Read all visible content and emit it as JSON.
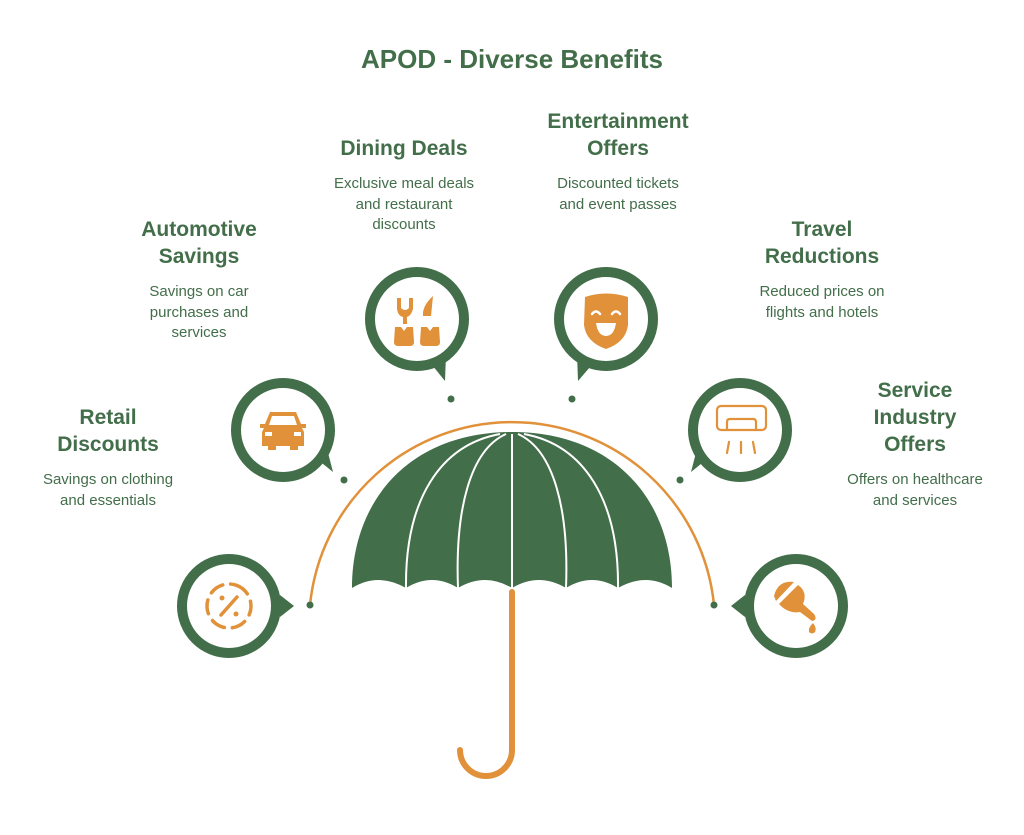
{
  "title": "APOD - Diverse Benefits",
  "colors": {
    "green": "#436e4a",
    "orange": "#e0913a",
    "background": "#ffffff"
  },
  "benefits": [
    {
      "title_lines": [
        "Retail",
        "Discounts"
      ],
      "desc_lines": [
        "Savings on clothing",
        "and essentials"
      ],
      "icon": "percent-icon"
    },
    {
      "title_lines": [
        "Automotive",
        "Savings"
      ],
      "desc_lines": [
        "Savings on car",
        "purchases and",
        "services"
      ],
      "icon": "car-icon"
    },
    {
      "title_lines": [
        "Dining Deals"
      ],
      "desc_lines": [
        "Exclusive meal deals",
        "and restaurant",
        "discounts"
      ],
      "icon": "fork-knife-icon"
    },
    {
      "title_lines": [
        "Entertainment",
        "Offers"
      ],
      "desc_lines": [
        "Discounted tickets",
        "and event passes"
      ],
      "icon": "theater-mask-icon"
    },
    {
      "title_lines": [
        "Travel",
        "Reductions"
      ],
      "desc_lines": [
        "Reduced prices on",
        "flights and hotels"
      ],
      "icon": "air-conditioner-icon"
    },
    {
      "title_lines": [
        "Service",
        "Industry",
        "Offers"
      ],
      "desc_lines": [
        "Offers on healthcare",
        "and services"
      ],
      "icon": "dropper-icon"
    }
  ]
}
